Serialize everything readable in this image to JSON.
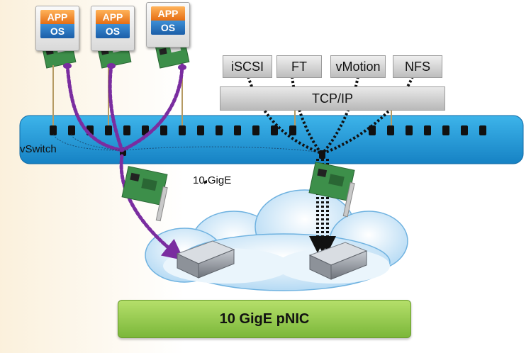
{
  "vms": [
    {
      "app": "APP",
      "os": "OS"
    },
    {
      "app": "APP",
      "os": "OS"
    },
    {
      "app": "APP",
      "os": "OS"
    }
  ],
  "protocols": [
    "iSCSI",
    "FT",
    "vMotion",
    "NFS"
  ],
  "tcpip_label": "TCP/IP",
  "vswitch_label": "vSwitch",
  "link_label": "10 GigE",
  "pnic_label": "10 GigE pNIC",
  "icons": [
    "network-card-icon",
    "network-switch-icon",
    "cloud-icon"
  ],
  "colors": {
    "vswitch": "#1f9bd6",
    "vm_traffic": "#7a2da0",
    "kernel_traffic": "#111111",
    "pnic_green": "#8ac43f",
    "app_orange": "#f28a24",
    "os_blue": "#2574c2"
  }
}
